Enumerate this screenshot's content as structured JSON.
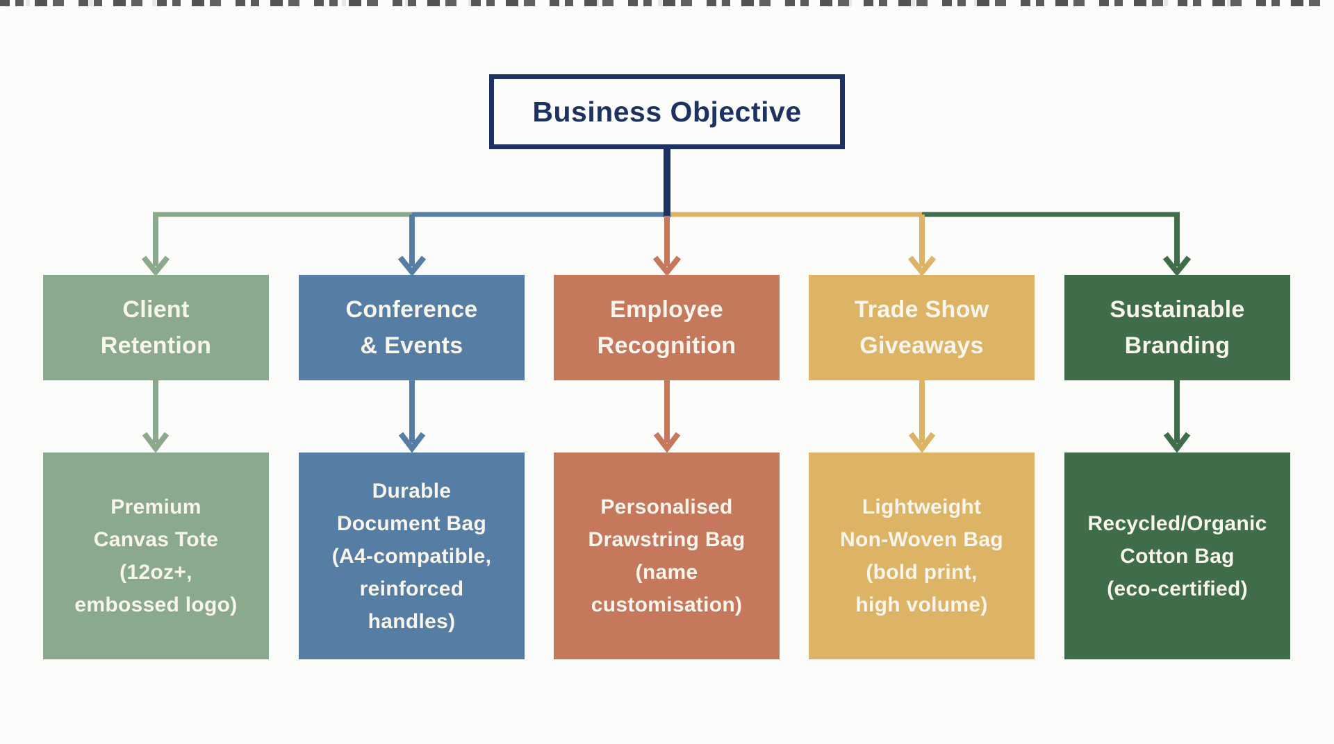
{
  "root": {
    "label": "Business Objective"
  },
  "colors": {
    "navy": "#1D3261",
    "sage": "#8BA98D",
    "steel": "#567DA3",
    "terracotta": "#C5785C",
    "gold": "#DDB365",
    "forest": "#3F6C49",
    "text_light": "#F8F5EC",
    "background": "#FCFCFA"
  },
  "branches": [
    {
      "label": "Client\nRetention",
      "detail": "Premium\nCanvas Tote\n(12oz+,\nembossed logo)",
      "color_key": "sage"
    },
    {
      "label": "Conference\n& Events",
      "detail": "Durable\nDocument Bag\n(A4-compatible,\nreinforced\nhandles)",
      "color_key": "steel"
    },
    {
      "label": "Employee\nRecognition",
      "detail": "Personalised\nDrawstring Bag\n(name\ncustomisation)",
      "color_key": "terracotta"
    },
    {
      "label": "Trade Show\nGiveaways",
      "detail": "Lightweight\nNon-Woven Bag\n(bold print,\nhigh volume)",
      "color_key": "gold"
    },
    {
      "label": "Sustainable\nBranding",
      "detail": "Recycled/Organic\nCotton Bag\n(eco-certified)",
      "color_key": "forest"
    }
  ]
}
